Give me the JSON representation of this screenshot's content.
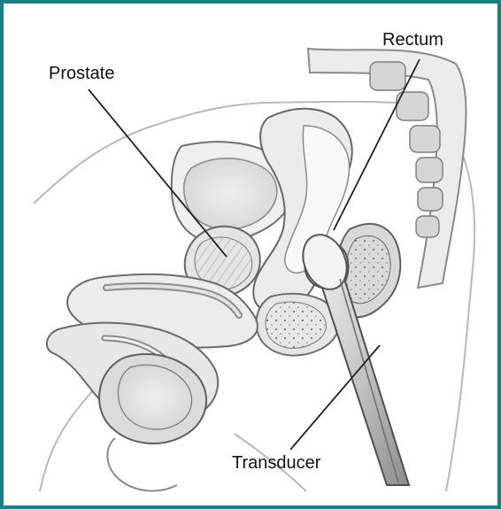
{
  "diagram": {
    "labels": {
      "prostate": "Prostate",
      "rectum": "Rectum",
      "transducer": "Transducer"
    },
    "colors": {
      "frame": "#1c7f83",
      "line": "#222222",
      "tissue_stroke": "#6f6f6f",
      "tissue_fill": "#f1f1f1",
      "shadow": "#d7d7d7",
      "transducer": "#bdbdbd"
    }
  }
}
